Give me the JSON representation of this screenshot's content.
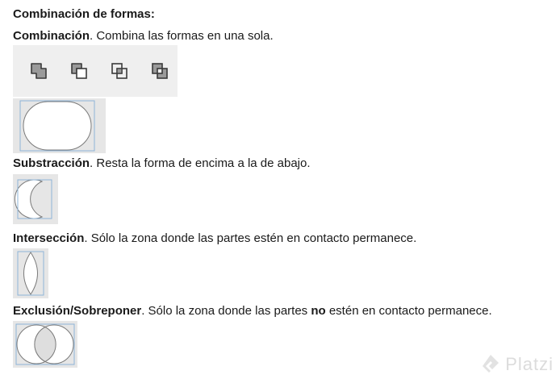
{
  "heading": "Combinación de formas:",
  "union": {
    "title": "Combinación",
    "text": ". Combina las formas en una sola."
  },
  "toolbar": {
    "buttons": [
      {
        "icon": "combine-shapes-icon"
      },
      {
        "icon": "subtract-shapes-icon"
      },
      {
        "icon": "intersect-shapes-icon"
      },
      {
        "icon": "exclude-shapes-icon"
      }
    ]
  },
  "subtract": {
    "title": "Substracción",
    "text": ". Resta la forma de encima a la de abajo."
  },
  "intersect": {
    "title": "Intersección",
    "text": ". Sólo la zona donde las partes estén en contacto permanece."
  },
  "exclude": {
    "title": "Exclusión/Sobreponer",
    "text_before": ". Sólo la zona donde las partes ",
    "emphasis": "no",
    "text_after": " estén en contacto permanece."
  },
  "watermark": {
    "brand": "Platzi"
  }
}
